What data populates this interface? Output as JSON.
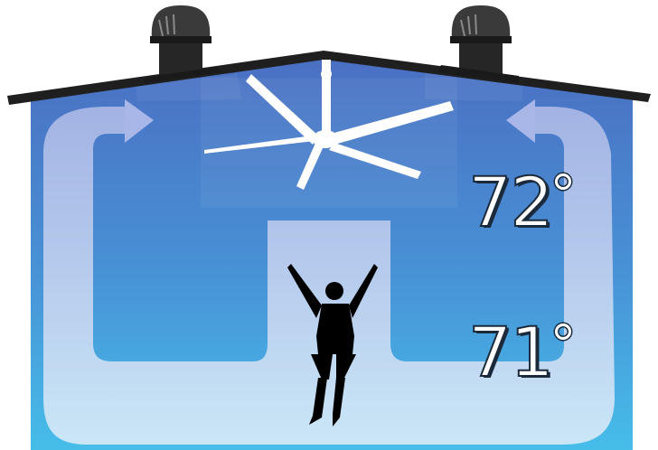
{
  "diagram": {
    "upper_temperature": {
      "value": "72",
      "unit_symbol": "degree"
    },
    "lower_temperature": {
      "value": "71",
      "unit_symbol": "degree"
    },
    "colors": {
      "roof": "#222222",
      "interior_top": "#4a74c4",
      "interior_bottom": "#44b7e8",
      "airflow": "#c9d6f0",
      "fan": "#ffffff",
      "person": "#000000"
    },
    "icons": [
      "roof-vent-left-icon",
      "roof-vent-right-icon",
      "ceiling-fan-icon",
      "person-arms-raised-icon",
      "airflow-arrow-left-icon",
      "airflow-arrow-right-icon"
    ]
  }
}
